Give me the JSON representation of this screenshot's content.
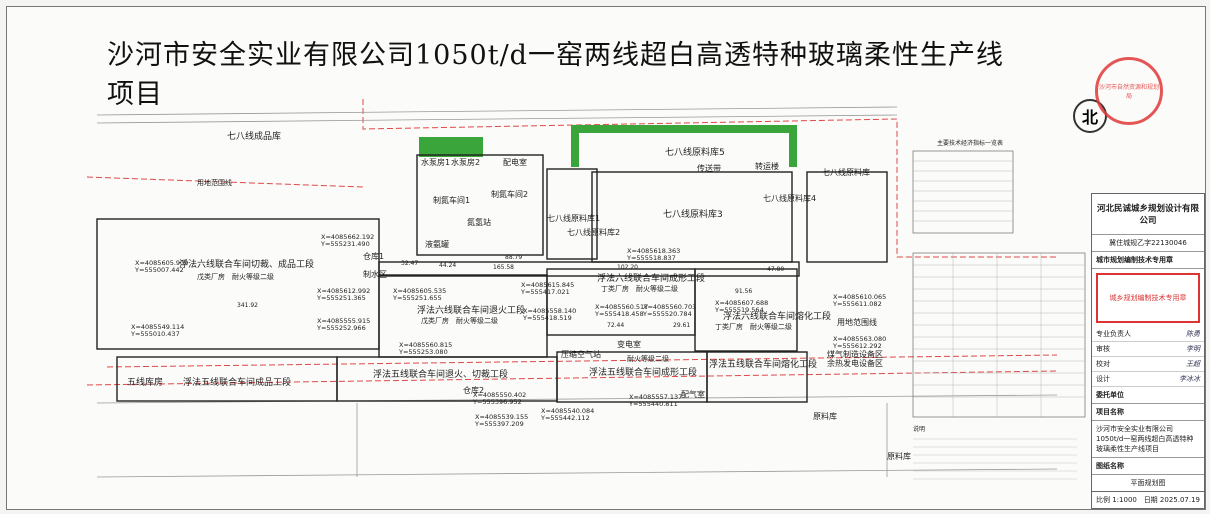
{
  "title": "沙河市安全实业有限公司1050t/d一窑两线超白高透特种玻璃柔性生产线项目",
  "colors": {
    "green": "#3aa53a",
    "red_line": "#e04848",
    "building": "#222",
    "annotation": "#c0392b"
  },
  "labels": {
    "finished_warehouse": "七八线成品库",
    "land_line_top": "用地范围线",
    "pump_house1": "水泵房1",
    "pump_house2": "水泵房2",
    "distribution": "配电室",
    "n2_workshop1": "制氮车间1",
    "n2_workshop2": "制氮车间2",
    "n2_station": "氮氢站",
    "lng_room": "液氨罐",
    "raw_warehouse5": "七八线原料库5",
    "conveyor": "传送带",
    "transfer_tower": "转运楼",
    "raw_warehouse_right": "七八线原料库",
    "raw_warehouse4": "七八线原料库4",
    "raw_warehouse3": "七八线原料库3",
    "raw_warehouse2": "七八线原料库2",
    "raw_warehouse1": "七八线原料库1",
    "line6_cut": "浮法六线联合车间切裁、成品工段",
    "line6_class": "戊类厂房　耐火等级二级",
    "warehouse1": "仓库1",
    "cutting_area": "制水区",
    "line6_anneal": "浮法六线联合车间退火工段",
    "line6_anneal_class": "戊类厂房　耐火等级二级",
    "line6_form": "浮法六线联合车间成形工段",
    "line6_form_class": "丁类厂房　耐火等级二级",
    "line6_melt": "浮法六线联合车间熔化工段",
    "line6_melt_class": "丁类厂房　耐火等级二级",
    "compressed_air": "压缩空气站",
    "substation": "变电室",
    "fire_class2": "耐火等级二级",
    "land_line_mid": "用地范围线",
    "waste_heat": "煤气制造设备区\n余热发电设备区",
    "line5_warehouse": "五线库房",
    "line5_cut": "浮法五线联合车间成品工段",
    "line5_anneal": "浮法五线联合车间退火、切裁工段",
    "line5_form": "浮法五线联合车间成形工段",
    "line5_melt": "浮法五线联合车间熔化工段",
    "warehouse2": "仓库2",
    "distribution2": "配气室",
    "raw_warehouse_5line": "原料库",
    "east_road": "原料库"
  },
  "coords": [
    "X=4085662.192\nY=555231.490",
    "X=4085605.909\nY=555007.442",
    "X=4085612.992\nY=555251.365",
    "X=4085605.535\nY=555251.655",
    "X=4085615.845\nY=555417.021",
    "X=4085618.363\nY=555518.837",
    "X=4085558.140\nY=555418.519",
    "X=4085560.517\nY=555418.458",
    "X=4085560.703\nY=555520.784",
    "X=4085607.688\nY=555519.564",
    "X=4085610.065\nY=555611.082",
    "X=4085549.114\nY=555010.437",
    "X=4085555.915\nY=555252.966",
    "X=4085560.815\nY=555253.080",
    "X=4085563.080\nY=555612.292",
    "X=4085550.402\nY=555396.952",
    "X=4085557.137\nY=555440.811",
    "X=4085539.155\nY=555397.209",
    "X=4085540.084\nY=555442.112"
  ],
  "dims": [
    "341.92",
    "165.58",
    "102.20",
    "91.56",
    "72.44",
    "29.61",
    "44.24",
    "88.79",
    "47.80",
    "32.47"
  ],
  "table_title": "主要技术经济指标一览表",
  "notes_title": "说明",
  "right_panel": {
    "company": "河北民诚城乡规划设计有限公司",
    "cert": "冀住城规乙字22130046",
    "section": "城市规划编制技术专用章",
    "stamp": "城乡规划编制技术专用章",
    "roles": [
      {
        "role": "专业负责人",
        "name": "陈勇"
      },
      {
        "role": "审核",
        "name": "李明"
      },
      {
        "role": "校对",
        "name": "王超"
      },
      {
        "role": "设计",
        "name": "李冰冰"
      }
    ],
    "client_label": "委托单位",
    "project_label": "项目名称",
    "project_name": "沙河市安全实业有限公司1050t/d一窑两线超白高透特种玻璃柔性生产线项目",
    "drawing_label": "图纸名称",
    "drawing_name": "平面规划图",
    "scale": "比例 1:1000",
    "date": "日期 2025.07.19"
  },
  "seal_text": "沙河市自然资源和规划局",
  "north": "北"
}
